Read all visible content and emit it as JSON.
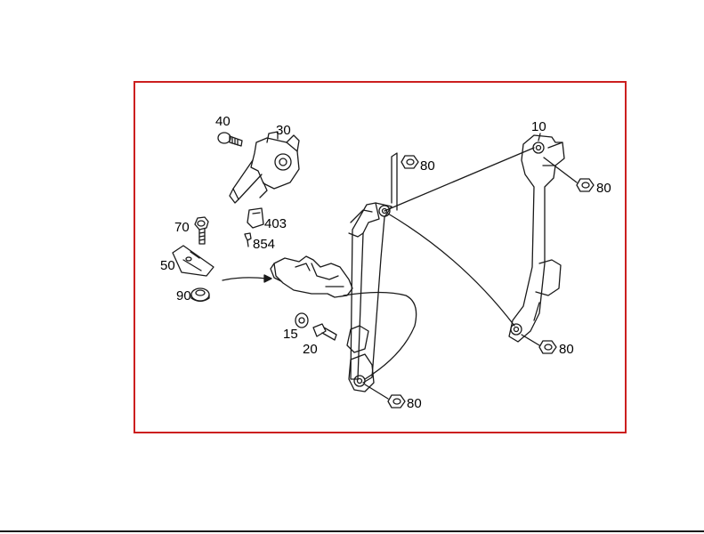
{
  "labels": {
    "p10": "10",
    "p30": "30",
    "p40": "40",
    "p70": "70",
    "p50": "50",
    "p90": "90",
    "p403": "403",
    "p854": "854",
    "p80a": "80",
    "p80b": "80",
    "p80c": "80",
    "p80d": "80",
    "p15": "15",
    "p20": "20"
  },
  "colors": {
    "frame": "#cc1f1f",
    "line": "#1a1a1a"
  }
}
